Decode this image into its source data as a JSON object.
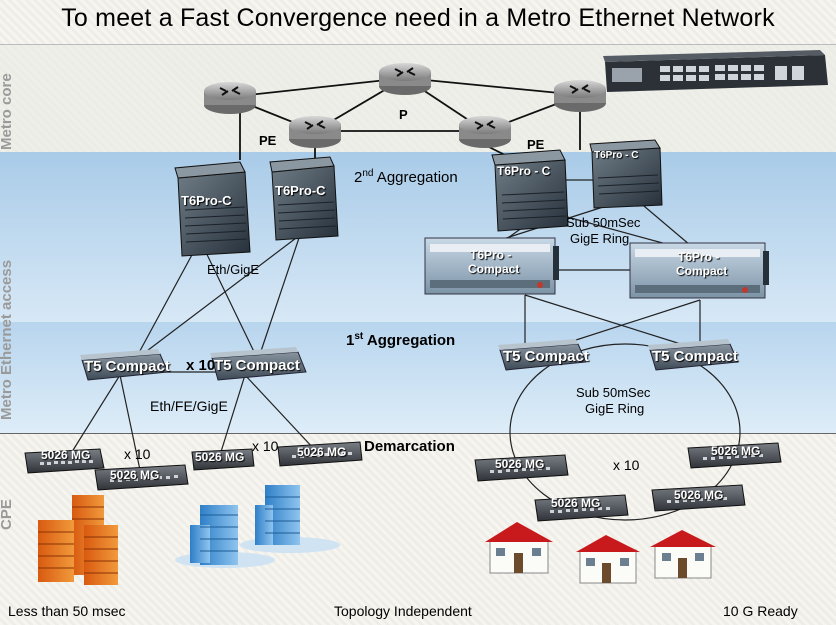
{
  "title": "To meet a Fast Convergence need in a Metro Ethernet Network",
  "zones": {
    "metro_core": "Metro core",
    "metro_access": "Metro Ethernet access",
    "cpe": "CPE"
  },
  "labels": {
    "p": "P",
    "pe_left": "PE",
    "pe_right": "PE",
    "agg2": "2",
    "agg2_sup": "nd",
    "agg2_rest": " Aggregation",
    "agg1": "1",
    "agg1_sup": "st",
    "agg1_rest": " Aggregation",
    "demarcation": "Demarcation",
    "eth_gige": "Eth/GigE",
    "eth_fe_gige": "Eth/FE/GigE",
    "ring_top_1": "Sub 50mSec",
    "ring_top_2": "GigE Ring",
    "ring_bottom_1": "Sub 50mSec",
    "ring_bottom_2": "GigE Ring",
    "x10_a": "x 10",
    "x10_b": "x 10",
    "x10_c": "x 10",
    "x10_d": "x 10"
  },
  "devices": {
    "t6proc_1": "T6Pro-C",
    "t6proc_2": "T6Pro-C",
    "t6proc_3": "T6Pro - C",
    "t6proc_4": "T6Pro - C",
    "t6compact_1a": "T6Pro -",
    "t6compact_1b": "Compact",
    "t6compact_2a": "T6Pro -",
    "t6compact_2b": "Compact",
    "t5_1": "T5 Compact",
    "t5_2": "T5 Compact",
    "t5_3": "T5 Compact",
    "t5_4": "T5 Compact",
    "mg_1": "5026 MG",
    "mg_2": "5026 MG",
    "mg_3": "5026 MG",
    "mg_4": "5026 MG",
    "mg_5": "5026 MG",
    "mg_6": "5026 MG",
    "mg_7": "5026 MG",
    "mg_8": "5026 MG"
  },
  "footer": {
    "left": "Less than 50 msec",
    "center": "Topology Independent",
    "right": "10 G Ready"
  }
}
